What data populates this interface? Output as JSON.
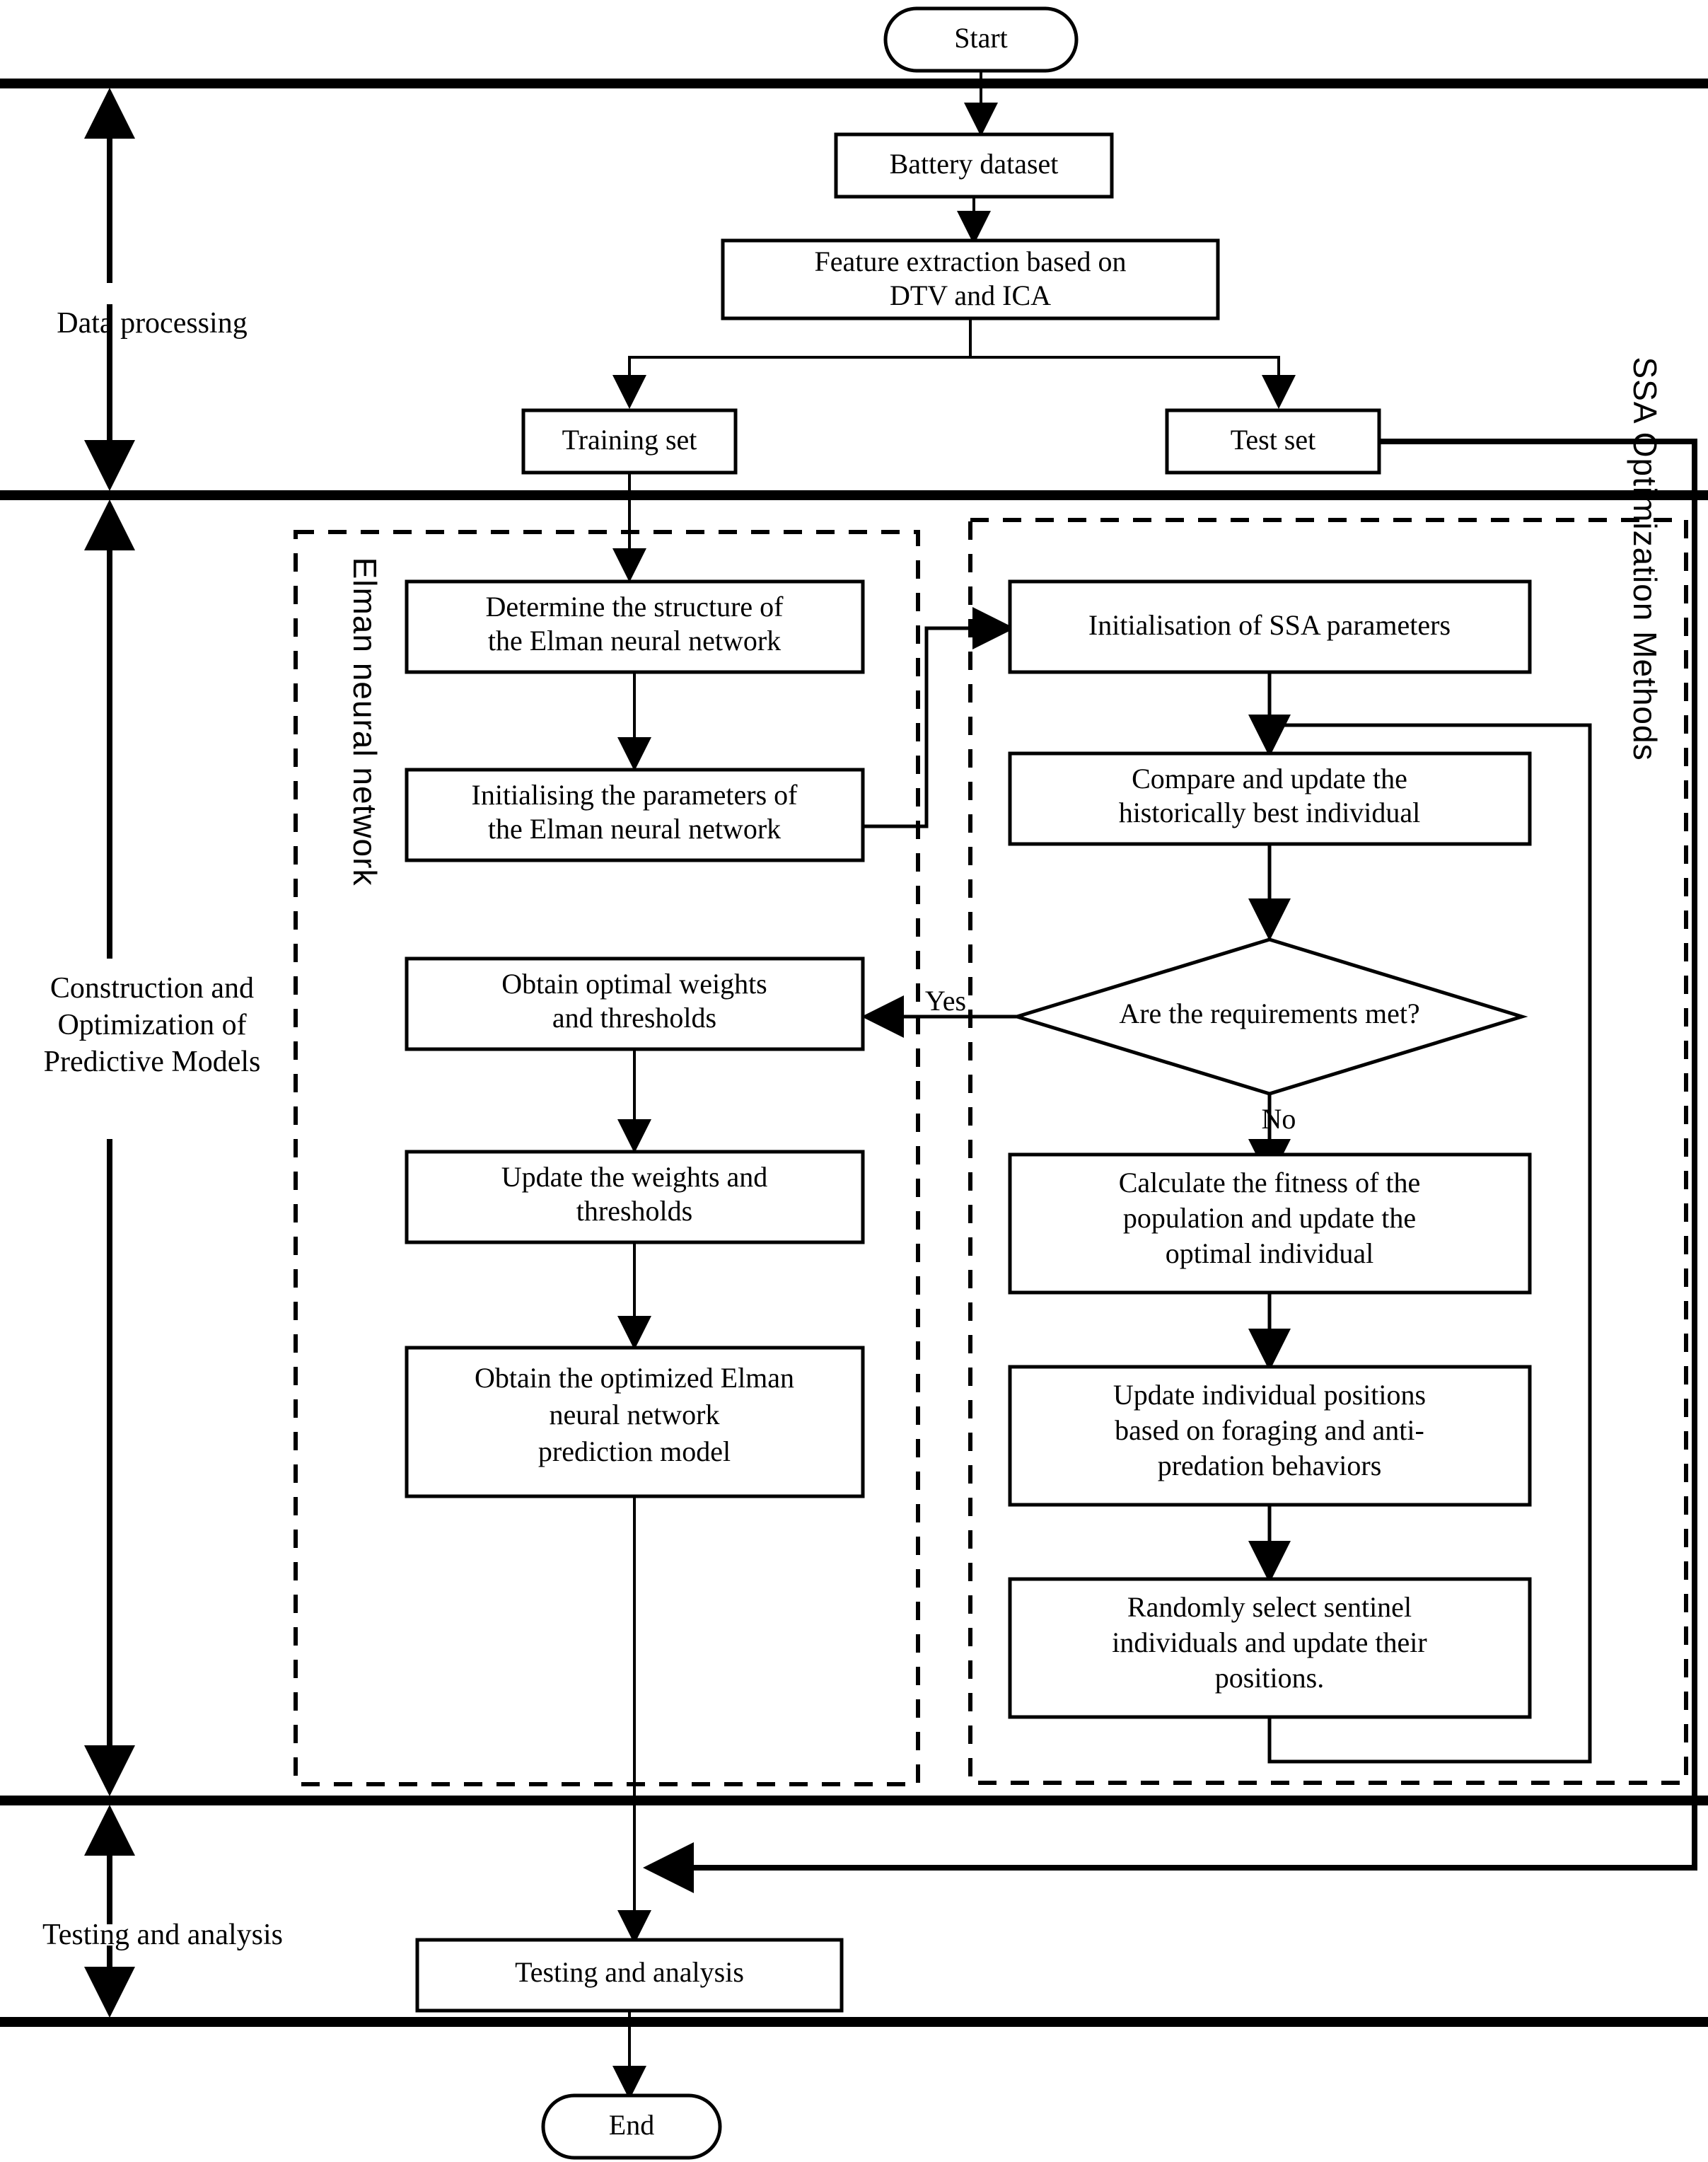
{
  "diagram": {
    "title": "Battery SOH prediction methodology flowchart",
    "colors": {
      "stroke": "#000000",
      "background": "#ffffff"
    },
    "stage_labels": [
      {
        "id": "data-processing",
        "text": "Data processing"
      },
      {
        "id": "construction",
        "line1": "Construction and",
        "line2": "Optimization of",
        "line3": "Predictive Models"
      },
      {
        "id": "testing",
        "text": "Testing and analysis"
      }
    ],
    "lane_labels": [
      {
        "id": "elman-lane",
        "text": "Elman neural network"
      },
      {
        "id": "ssa-lane",
        "text": "SSA Optimization Methods"
      }
    ],
    "terminators": [
      {
        "id": "start",
        "text": "Start"
      },
      {
        "id": "end",
        "text": "End"
      }
    ],
    "nodes": [
      {
        "id": "battery-dataset",
        "text": "Battery dataset"
      },
      {
        "id": "feature-extraction",
        "line1": "Feature extraction based on",
        "line2": "DTV and ICA"
      },
      {
        "id": "training-set",
        "text": "Training set"
      },
      {
        "id": "test-set",
        "text": "Test set"
      },
      {
        "id": "determine-structure",
        "line1": "Determine the structure of",
        "line2": "the Elman neural network"
      },
      {
        "id": "init-params",
        "line1": "Initialising the parameters of",
        "line2": "the Elman neural network"
      },
      {
        "id": "obtain-optimal",
        "line1": "Obtain optimal weights",
        "line2": "and thresholds"
      },
      {
        "id": "update-weights",
        "line1": "Update the weights and",
        "line2": "thresholds"
      },
      {
        "id": "obtain-model",
        "line1": "Obtain the optimized Elman",
        "line2": "neural network",
        "line3": "prediction model"
      },
      {
        "id": "init-ssa",
        "text": "Initialisation of SSA parameters"
      },
      {
        "id": "compare-update",
        "line1": "Compare and update the",
        "line2": "historically best individual"
      },
      {
        "id": "calculate-fitness",
        "line1": "Calculate the fitness of the",
        "line2": "population and update the",
        "line3": "optimal individual"
      },
      {
        "id": "update-positions",
        "line1": "Update individual positions",
        "line2": "based on foraging and anti-",
        "line3": "predation behaviors"
      },
      {
        "id": "random-sentinel",
        "line1": "Randomly select sentinel",
        "line2": "individuals and update their",
        "line3": "positions."
      },
      {
        "id": "testing-analysis",
        "text": "Testing and analysis"
      }
    ],
    "decision": {
      "id": "requirements-met",
      "text": "Are the requirements met?"
    },
    "edge_labels": [
      {
        "id": "yes-label",
        "text": "Yes"
      },
      {
        "id": "no-label",
        "text": "No"
      }
    ]
  }
}
